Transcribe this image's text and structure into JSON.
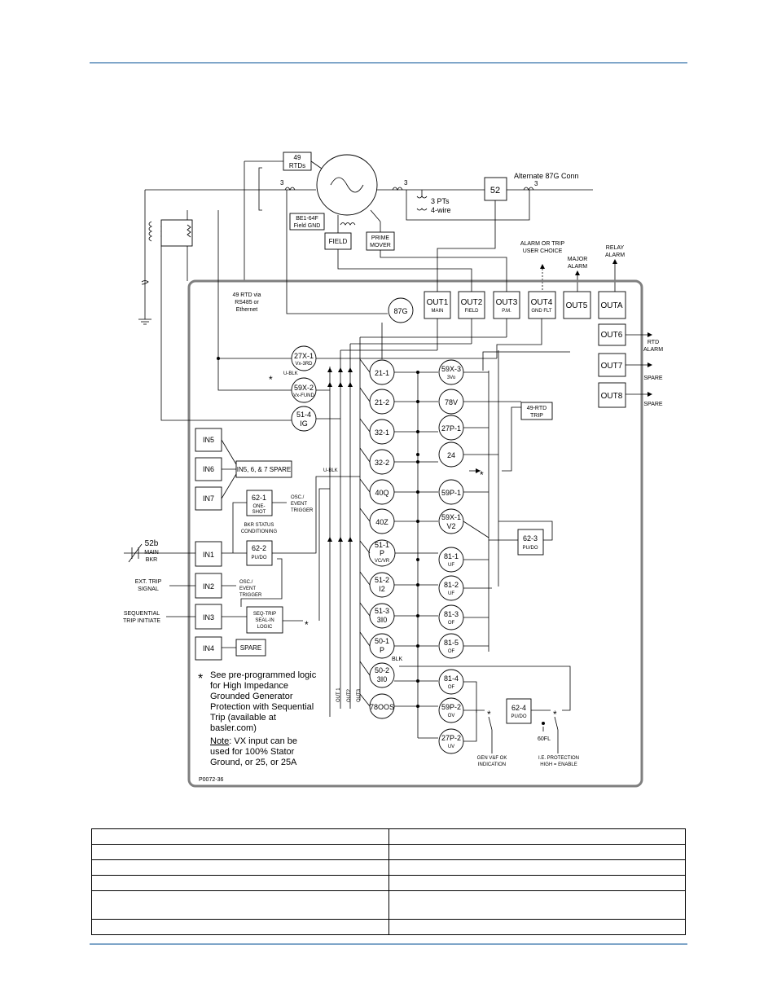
{
  "colors": {
    "rule": "#7fa6c9",
    "frame": "#7f7f7f"
  },
  "top": {
    "rtd49": [
      "49",
      "RTDs"
    ],
    "ct_left": "3",
    "ct_right": "3",
    "ct_alt": "3",
    "alt_label": "Alternate 87G Conn",
    "breaker": "52",
    "pts": [
      "3 PTs",
      "4-wire"
    ],
    "be1": [
      "BE1-64F",
      "Field GND"
    ],
    "field": "FIELD",
    "prime": [
      "PRIME",
      "MOVER"
    ]
  },
  "alarms": {
    "alarm_trip": [
      "ALARM OR TRIP",
      "USER CHOICE"
    ],
    "major": [
      "MAJOR",
      "ALARM"
    ],
    "relay": [
      "RELAY",
      "ALARM"
    ]
  },
  "rtd_via": [
    "49 RTD via",
    "RS485 or",
    "Ethernet"
  ],
  "outputs": [
    {
      "label": "OUT1",
      "sub": "MAIN"
    },
    {
      "label": "OUT2",
      "sub": "FIELD"
    },
    {
      "label": "OUT3",
      "sub": "P.M."
    },
    {
      "label": "OUT4",
      "sub": "GND FLT"
    },
    {
      "label": "OUT5",
      "sub": ""
    },
    {
      "label": "OUTA",
      "sub": ""
    }
  ],
  "right_outputs": [
    {
      "label": "OUT6",
      "note": [
        "RTD",
        "ALARM"
      ]
    },
    {
      "label": "OUT7",
      "note": [
        "SPARE"
      ]
    },
    {
      "label": "OUT8",
      "note": [
        "SPARE"
      ]
    }
  ],
  "g87": "87G",
  "relays": {
    "r27x1": {
      "n": "27X-1",
      "s": "Vx-3RD"
    },
    "r59x2": {
      "n": "59X-2",
      "s": "Vx-FUND"
    },
    "r514": {
      "n": "51-4",
      "s": "IG"
    },
    "ublk1": "U-BLK",
    "ublk2": "U-BLK"
  },
  "left_col": [
    "21-1",
    "21-2",
    "32-1",
    "32-2",
    "40Q",
    "40Z"
  ],
  "left_col_b": [
    {
      "n": "51-1",
      "s": "P",
      "s2": "VC/VR"
    },
    {
      "n": "51-2",
      "s": "I2"
    },
    {
      "n": "51-3",
      "s": "3I0"
    },
    {
      "n": "50-1",
      "s": "P"
    },
    {
      "n": "50-2",
      "s": "3I0"
    },
    {
      "n": "78OOS",
      "s": ""
    }
  ],
  "right_col": [
    {
      "n": "59X-3",
      "s": "3Vo"
    },
    {
      "n": "78V",
      "s": ""
    },
    {
      "n": "27P-1",
      "s": ""
    },
    {
      "n": "24",
      "s": ""
    },
    {
      "n": "59P-1",
      "s": ""
    },
    {
      "n": "59X-1",
      "s": "V2"
    },
    {
      "n": "81-1",
      "s": "UF"
    },
    {
      "n": "81-2",
      "s": "UF"
    },
    {
      "n": "81-3",
      "s": "OF"
    },
    {
      "n": "81-5",
      "s": "OF"
    },
    {
      "n": "81-4",
      "s": "OF"
    },
    {
      "n": "59P-2",
      "s": "OV"
    },
    {
      "n": "27P-2",
      "s": "UV"
    }
  ],
  "trip49": [
    "49-RTD",
    "TRIP"
  ],
  "r623": {
    "n": "62-3",
    "s": "PU/DO"
  },
  "r624": {
    "n": "62-4",
    "s": "PU/DO"
  },
  "blk": "BLK",
  "inputs": [
    "IN5",
    "IN6",
    "IN7",
    "IN1",
    "IN2",
    "IN3",
    "IN4"
  ],
  "spare567": "IN5, 6, & 7 SPARE",
  "r621": {
    "n": "62-1",
    "s": [
      "ONE-",
      "SHOT"
    ]
  },
  "osc1": [
    "OSC./",
    "EVENT",
    "TRIGGER"
  ],
  "bkr_status": [
    "BKR STATUS",
    "CONDITIONING"
  ],
  "r622": {
    "n": "62-2",
    "s": "PU/DO"
  },
  "osc2": [
    "OSC./",
    "EVENT",
    "TRIGGER"
  ],
  "seqtrip": [
    "SEQ-TRIP",
    "SEAL-IN",
    "LOGIC"
  ],
  "spare": "SPARE",
  "ext_left": {
    "b52": [
      "52b",
      "MAIN",
      "BKR"
    ],
    "ext": [
      "EXT. TRIP",
      "SIGNAL"
    ],
    "seq": [
      "SEQUENTIAL",
      "TRIP INITIATE"
    ]
  },
  "outs_vert": [
    "OUT 1",
    "OUT2",
    "OUT3"
  ],
  "note_star": [
    "See pre-programmed logic",
    "for High Impedance",
    "Grounded Generator",
    "Protection with Sequential",
    "Trip (available at",
    "basler.com)"
  ],
  "note2": {
    "lead": "Note",
    "rest": ": VX input can be",
    "lines": [
      "used for 100% Stator",
      "Ground, or 25, or 25A"
    ]
  },
  "gen_ok": [
    "GEN V&F OK",
    "INDICATION"
  ],
  "ie_prot": [
    "I.E. PROTECTION",
    "HIGH = ENABLE"
  ],
  "fl60": "60FL",
  "drawing_no": "P0072-36",
  "star": "*"
}
